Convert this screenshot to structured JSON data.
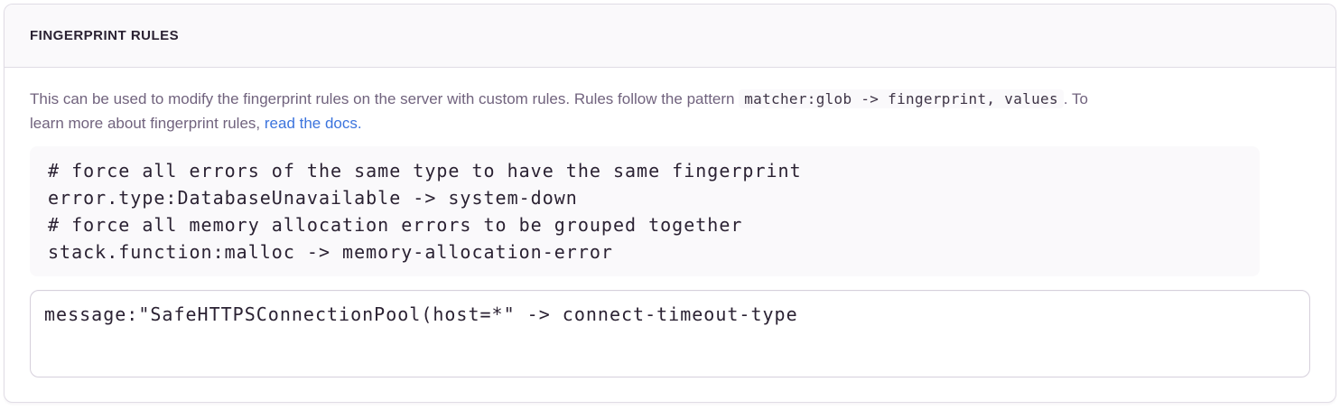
{
  "panel": {
    "title": "FINGERPRINT RULES",
    "description": {
      "text_before_code": "This can be used to modify the fingerprint rules on the server with custom rules. Rules follow the pattern",
      "inline_code": "matcher:glob -> fingerprint, values",
      "text_after_code": ". To",
      "text_line2": "learn more about fingerprint rules,",
      "link_label": "read the docs."
    },
    "example_block": {
      "lines": {
        "0": "# force all errors of the same type to have the same fingerprint",
        "1": "error.type:DatabaseUnavailable -> system-down",
        "2": "# force all memory allocation errors to be grouped together",
        "3": "stack.function:malloc -> memory-allocation-error"
      }
    },
    "rules_input": {
      "value": "message:\"SafeHTTPSConnectionPool(host=*\" -> connect-timeout-type"
    },
    "colors": {
      "header_text": "#2b2233",
      "body_text": "#71637e",
      "link": "#3c74dd",
      "panel_border": "#e0dce5",
      "header_bg": "#faf9fb",
      "code_block_bg": "#faf9fb",
      "code_text": "#2b2233"
    }
  }
}
